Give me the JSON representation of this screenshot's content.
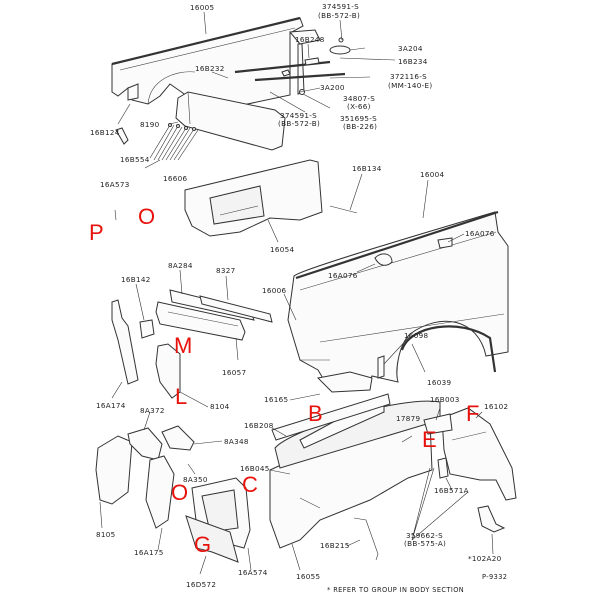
{
  "diagram": {
    "title": "Front Fender and Apron Assembly Parts Diagram",
    "figure_id": "P-9332",
    "footnote": "* REFER TO GROUP IN BODY SECTION",
    "part_labels": [
      {
        "id": "l_16005",
        "text": "16005"
      },
      {
        "id": "l_374591_top",
        "text": "374591-S"
      },
      {
        "id": "l_bb572b_top",
        "text": "(BB-572-B)"
      },
      {
        "id": "l_16b248",
        "text": "16B248"
      },
      {
        "id": "l_3a204",
        "text": "3A204"
      },
      {
        "id": "l_16b234",
        "text": "16B234"
      },
      {
        "id": "l_16b232",
        "text": "16B232"
      },
      {
        "id": "l_372116",
        "text": "372116-S"
      },
      {
        "id": "l_mm140e",
        "text": "(MM-140-E)"
      },
      {
        "id": "l_3a200",
        "text": "3A200"
      },
      {
        "id": "l_34807",
        "text": "34807-S"
      },
      {
        "id": "l_x66",
        "text": "(X-66)"
      },
      {
        "id": "l_374591_mid",
        "text": "374591-S"
      },
      {
        "id": "l_bb572b_mid",
        "text": "(BB-572-B)"
      },
      {
        "id": "l_351695",
        "text": "351695-S"
      },
      {
        "id": "l_bb226",
        "text": "(BB-226)"
      },
      {
        "id": "l_16b124",
        "text": "16B124"
      },
      {
        "id": "l_8190",
        "text": "8190"
      },
      {
        "id": "l_16b554",
        "text": "16B554"
      },
      {
        "id": "l_16606",
        "text": "16606"
      },
      {
        "id": "l_16b134",
        "text": "16B134"
      },
      {
        "id": "l_16004",
        "text": "16004"
      },
      {
        "id": "l_16a573",
        "text": "16A573"
      },
      {
        "id": "l_16a076_r",
        "text": "16A076"
      },
      {
        "id": "l_16054",
        "text": "16054"
      },
      {
        "id": "l_16a076_l",
        "text": "16A076"
      },
      {
        "id": "l_8a284",
        "text": "8A284"
      },
      {
        "id": "l_8327",
        "text": "8327"
      },
      {
        "id": "l_16006",
        "text": "16006"
      },
      {
        "id": "l_16b142",
        "text": "16B142"
      },
      {
        "id": "l_16098",
        "text": "16098"
      },
      {
        "id": "l_16057",
        "text": "16057"
      },
      {
        "id": "l_16039",
        "text": "16039"
      },
      {
        "id": "l_16a174",
        "text": "16A174"
      },
      {
        "id": "l_8104",
        "text": "8104"
      },
      {
        "id": "l_16165",
        "text": "16165"
      },
      {
        "id": "l_8a372",
        "text": "8A372"
      },
      {
        "id": "l_16b208",
        "text": "16B208"
      },
      {
        "id": "l_17879",
        "text": "17879"
      },
      {
        "id": "l_16b003",
        "text": "16B003"
      },
      {
        "id": "l_16102",
        "text": "16102"
      },
      {
        "id": "l_8a348",
        "text": "8A348"
      },
      {
        "id": "l_16b045",
        "text": "16B045"
      },
      {
        "id": "l_8a350",
        "text": "8A350"
      },
      {
        "id": "l_16b571",
        "text": "16B571A"
      },
      {
        "id": "l_8105",
        "text": "8105"
      },
      {
        "id": "l_16a175",
        "text": "16A175"
      },
      {
        "id": "l_16a574",
        "text": "16A574"
      },
      {
        "id": "l_16b215",
        "text": "16B215"
      },
      {
        "id": "l_359662",
        "text": "359662-S"
      },
      {
        "id": "l_bb575a",
        "text": "(BB-575-A)"
      },
      {
        "id": "l_102a20",
        "text": "*102A20"
      },
      {
        "id": "l_16d572",
        "text": "16D572"
      },
      {
        "id": "l_16055",
        "text": "16055"
      }
    ],
    "annotations": [
      {
        "id": "a_o_top",
        "text": "O"
      },
      {
        "id": "a_p",
        "text": "P"
      },
      {
        "id": "a_m",
        "text": "M"
      },
      {
        "id": "a_l",
        "text": "L"
      },
      {
        "id": "a_b",
        "text": "B"
      },
      {
        "id": "a_f",
        "text": "F"
      },
      {
        "id": "a_e",
        "text": "E"
      },
      {
        "id": "a_c",
        "text": "C"
      },
      {
        "id": "a_o_bottom",
        "text": "O"
      },
      {
        "id": "a_g",
        "text": "G"
      }
    ],
    "colors": {
      "annotation": "#e8120c",
      "line_art": "#333333",
      "background": "#ffffff"
    }
  }
}
